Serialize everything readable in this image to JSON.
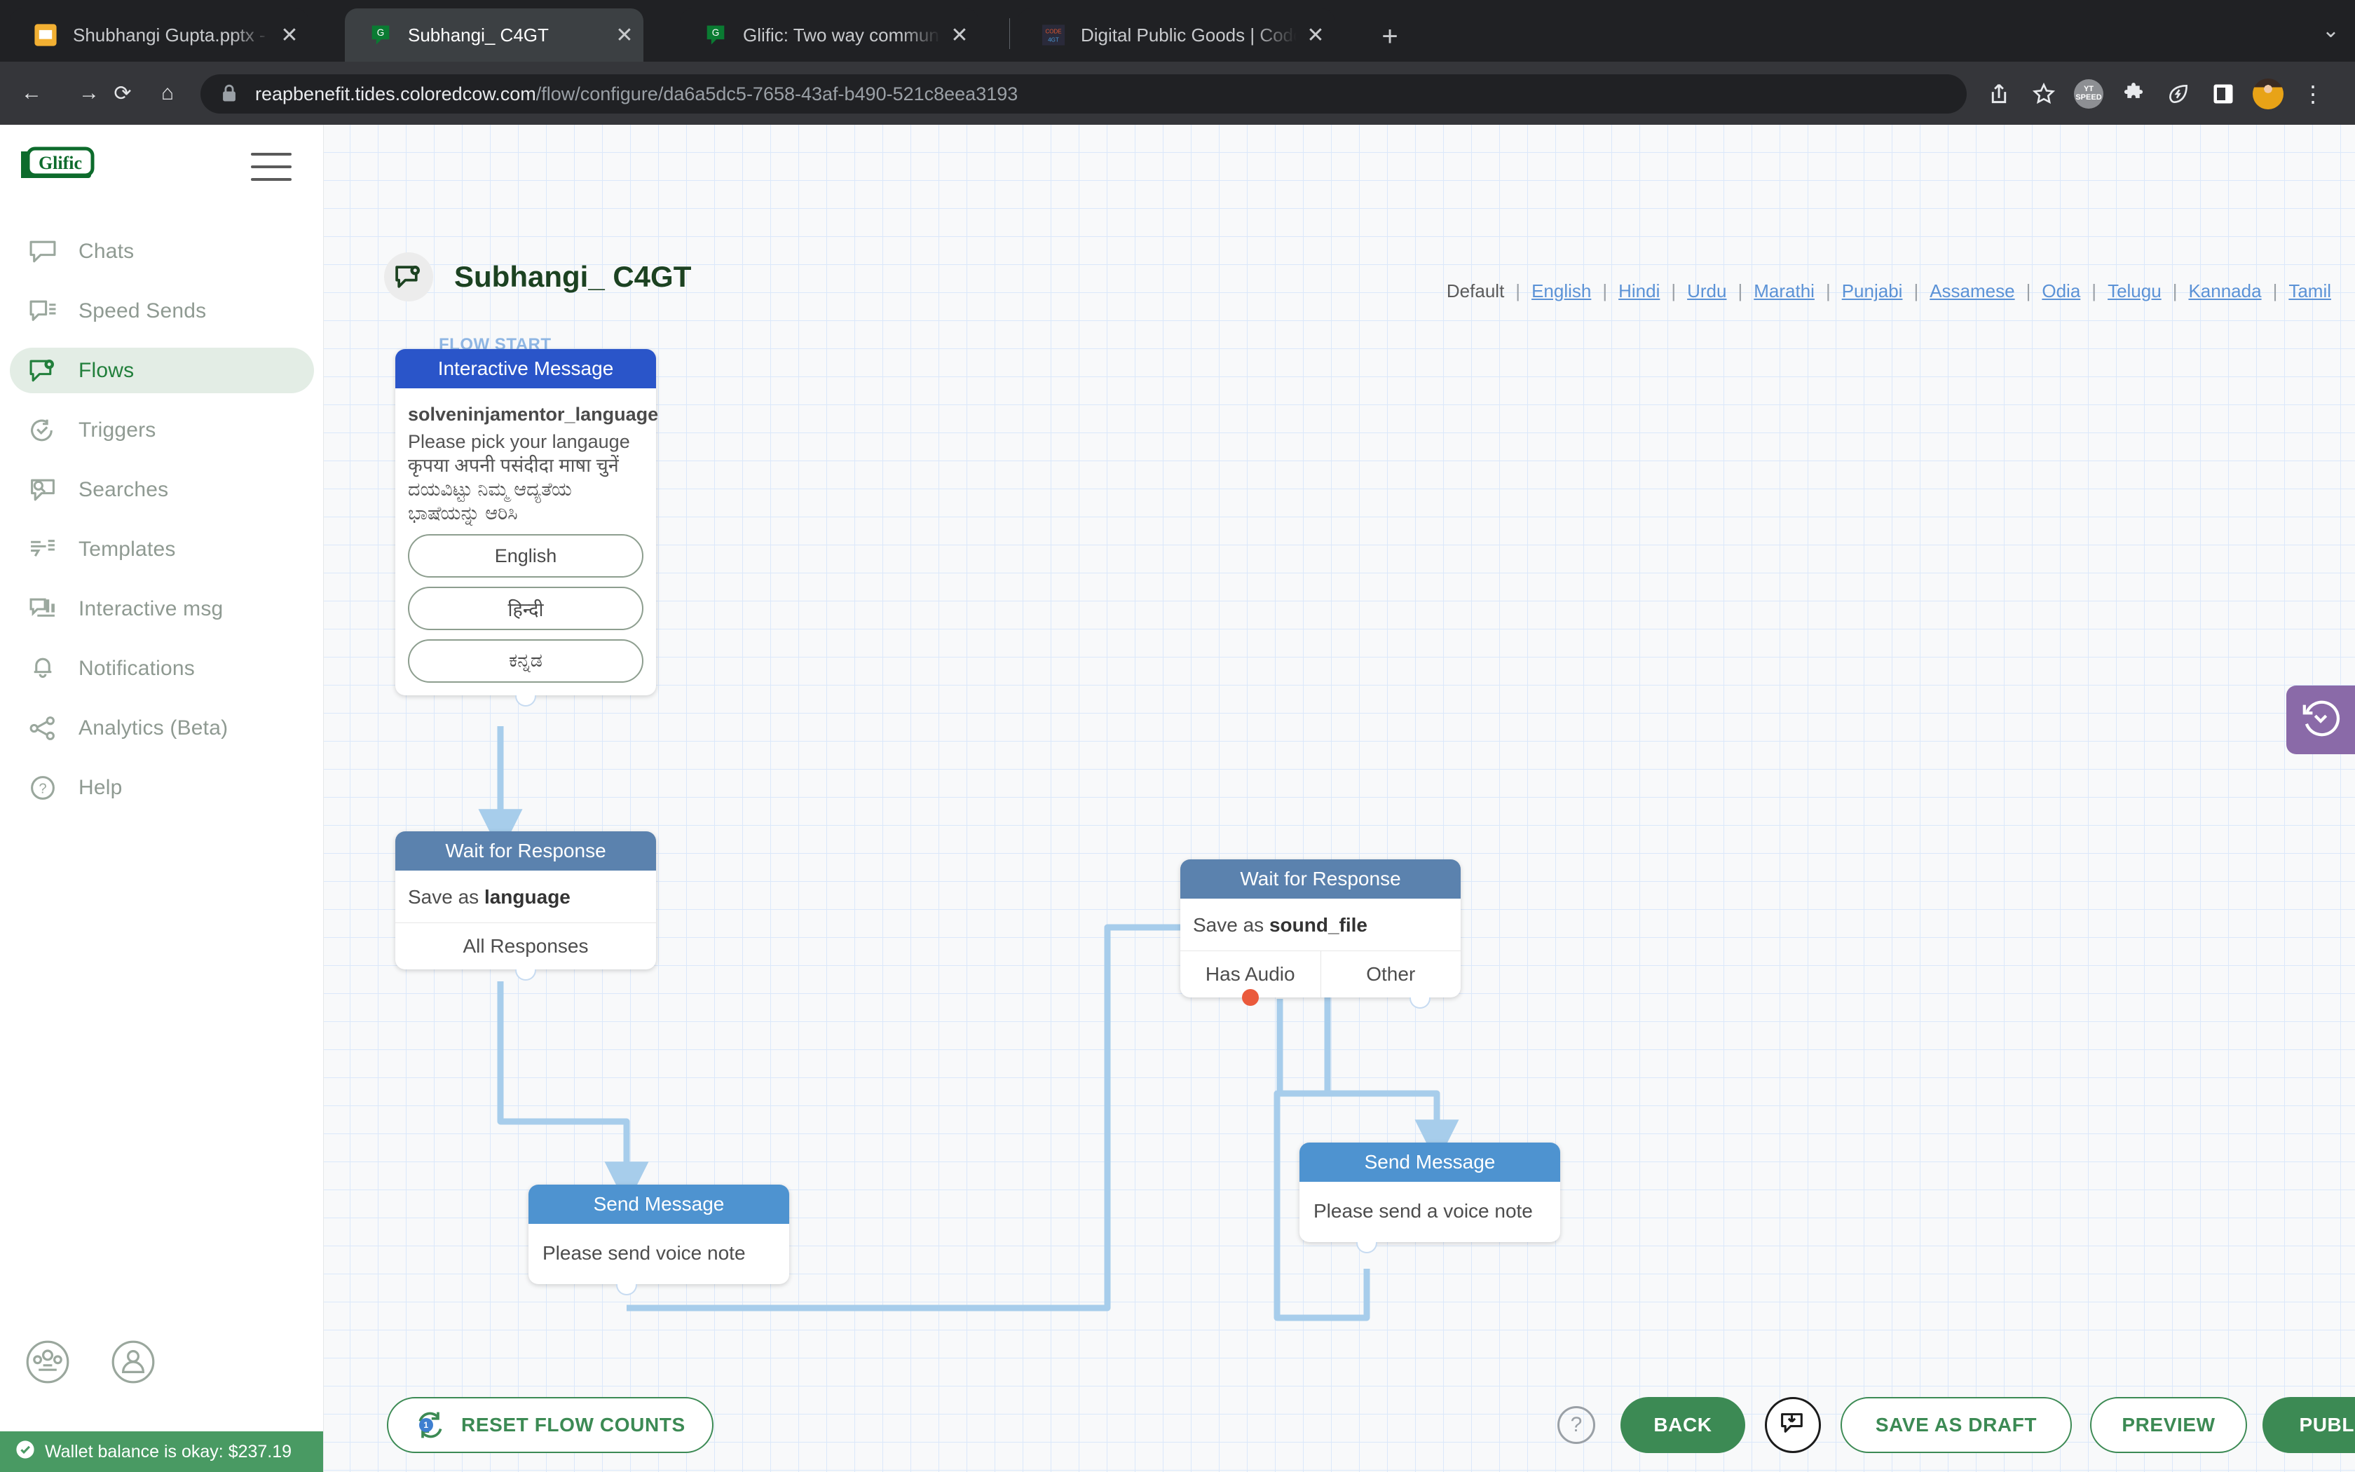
{
  "browser": {
    "tabs": [
      {
        "title": "Shubhangi Gupta.pptx - Google Slides",
        "favicon": "slides-icon",
        "active": false
      },
      {
        "title": "Subhangi_ C4GT",
        "favicon": "glific-icon",
        "active": true
      },
      {
        "title": "Glific: Two way communication",
        "favicon": "glific-icon",
        "active": false
      },
      {
        "title": "Digital Public Goods | Code for",
        "favicon": "c4gt-icon",
        "active": false
      }
    ],
    "new_tab_label": "+",
    "window_minimize_label": "⌄",
    "nav": {
      "back_label": "←",
      "forward_label": "→",
      "reload_label": "⟳",
      "home_label": "⌂"
    },
    "omnibox": {
      "lock_icon": "lock-icon",
      "url_domain": "reapbenefit.tides.coloredcow.com",
      "url_path": "/flow/configure/da6a5dc5-7658-43af-b490-521c8eea3193"
    },
    "right_icons": [
      "share-icon",
      "bookmark-star-icon",
      "yt-speed-extension-icon",
      "extensions-puzzle-icon",
      "leaf-extension-icon",
      "side-panel-icon",
      "profile-avatar",
      "browser-menu-icon"
    ],
    "yt_badge_line1": "YT",
    "yt_badge_line2": "SPEED",
    "menu_dots": "⋮"
  },
  "sidebar": {
    "logo_text": "Glific",
    "burger_icon": "hamburger-menu-icon",
    "items": [
      {
        "label": "Chats",
        "icon": "chat-icon",
        "active": false
      },
      {
        "label": "Speed Sends",
        "icon": "speed-send-icon",
        "active": false
      },
      {
        "label": "Flows",
        "icon": "flow-icon",
        "active": true
      },
      {
        "label": "Triggers",
        "icon": "trigger-clock-icon",
        "active": false
      },
      {
        "label": "Searches",
        "icon": "search-chat-icon",
        "active": false
      },
      {
        "label": "Templates",
        "icon": "template-icon",
        "active": false
      },
      {
        "label": "Interactive msg",
        "icon": "interactive-msg-icon",
        "active": false
      },
      {
        "label": "Notifications",
        "icon": "bell-icon",
        "active": false
      },
      {
        "label": "Analytics (Beta)",
        "icon": "analytics-icon",
        "active": false
      },
      {
        "label": "Help",
        "icon": "help-circle-icon",
        "active": false
      }
    ],
    "bottom_icons": [
      "collection-group-icon",
      "account-person-icon"
    ],
    "wallet": {
      "icon": "check-circle-icon",
      "text": "Wallet balance is okay: $237.19",
      "color": "#499a63"
    }
  },
  "header": {
    "flow_icon": "flow-icon",
    "title": "Subhangi_ C4GT",
    "languages": [
      {
        "label": "Default",
        "current": true
      },
      {
        "label": "English",
        "current": false
      },
      {
        "label": "Hindi",
        "current": false
      },
      {
        "label": "Urdu",
        "current": false
      },
      {
        "label": "Marathi",
        "current": false
      },
      {
        "label": "Punjabi",
        "current": false
      },
      {
        "label": "Assamese",
        "current": false
      },
      {
        "label": "Odia",
        "current": false
      },
      {
        "label": "Telugu",
        "current": false
      },
      {
        "label": "Kannada",
        "current": false
      },
      {
        "label": "Tamil",
        "current": false
      }
    ],
    "separator": "|"
  },
  "canvas": {
    "flow_start_label": "FLOW START",
    "nodes": {
      "interactive_message": {
        "header": "Interactive Message",
        "title": "solveninjamentor_language",
        "lines": [
          "Please pick your langauge",
          "कृपया अपनी पसंदीदा माषा चुनें",
          "ದಯವಿಟ್ಟು ನಿಮ್ಮ ಆದ್ಯತೆಯ",
          "ಭಾಷೆಯನ್ನು ಆರಿಸಿ"
        ],
        "buttons": [
          "English",
          "हिन्दी",
          "ಕನ್ನಡ"
        ]
      },
      "wait_language": {
        "header": "Wait for Response",
        "save_prefix": "Save as ",
        "save_var": "language",
        "categories": [
          "All Responses"
        ]
      },
      "wait_sound": {
        "header": "Wait for Response",
        "save_prefix": "Save as ",
        "save_var": "sound_file",
        "categories": [
          "Has Audio",
          "Other"
        ]
      },
      "send_left": {
        "header": "Send Message",
        "text": "Please send voice note"
      },
      "send_right": {
        "header": "Send Message",
        "text": "Please send a voice note"
      }
    },
    "history_widget_icon": "history-restore-icon",
    "history_widget_color": "#8a6aa8"
  },
  "bottom_bar": {
    "reset_label": "RESET FLOW COUNTS",
    "reset_icon": "reset-counts-icon",
    "reset_badge": "1",
    "help_icon": "help-circle-icon",
    "back_label": "BACK",
    "download_icon": "export-flow-icon",
    "save_draft_label": "SAVE AS DRAFT",
    "preview_label": "PREVIEW",
    "publish_label": "PUBLISH",
    "accent_green": "#3c8a54"
  }
}
